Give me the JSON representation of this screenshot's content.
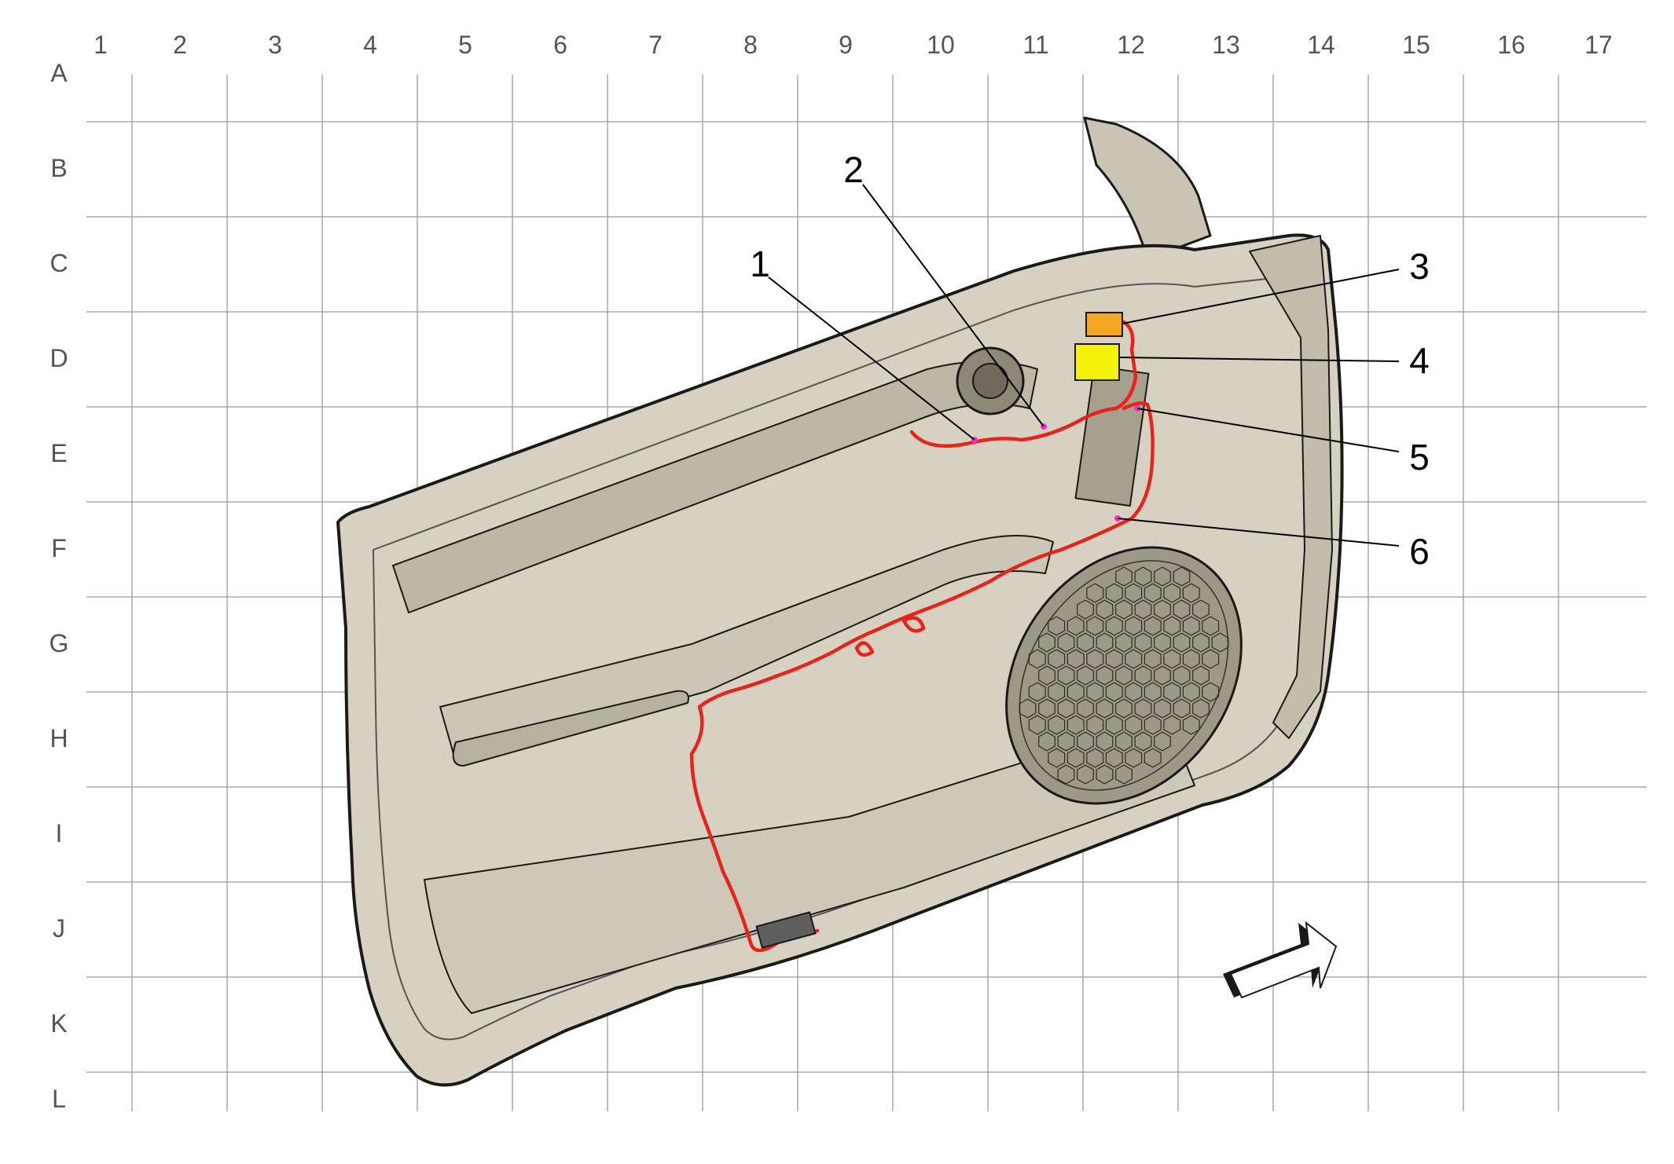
{
  "grid": {
    "columns": [
      "1",
      "2",
      "3",
      "4",
      "5",
      "6",
      "7",
      "8",
      "9",
      "10",
      "11",
      "12",
      "13",
      "14",
      "15",
      "16",
      "17"
    ],
    "rows": [
      "A",
      "B",
      "C",
      "D",
      "E",
      "F",
      "G",
      "H",
      "I",
      "J",
      "K",
      "L"
    ]
  },
  "callouts": [
    "1",
    "2",
    "3",
    "4",
    "5",
    "6"
  ],
  "icons": {
    "direction_arrow": "front-direction-arrow-icon"
  },
  "colors": {
    "panel": "#d6d1c1",
    "panel_shade": "#bdb7a6",
    "harness": "#e8231b",
    "connector_orange": "#f5a623",
    "connector_yellow": "#f4f20a",
    "splice": "#ff2ad4"
  }
}
